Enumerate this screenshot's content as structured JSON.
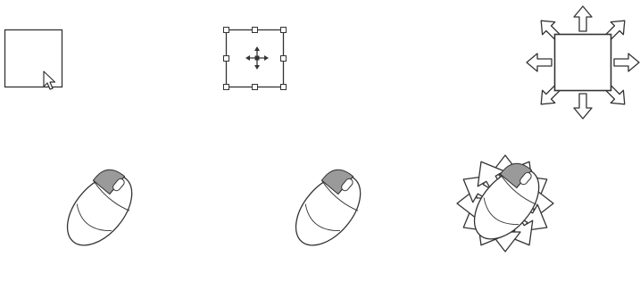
{
  "figure": {
    "panels": [
      {
        "id": "click",
        "shape": "square",
        "icon": "arrow-cursor-icon",
        "device": "mouse-icon",
        "pressed_button": "left"
      },
      {
        "id": "selected",
        "shape": "square-with-selection-handles",
        "icon": "move-cursor-icon",
        "device": "mouse-icon",
        "pressed_button": "left"
      },
      {
        "id": "drag",
        "shape": "square-with-drag-arrows",
        "icon": "arrow-icon",
        "device": "mouse-with-drag-arrows",
        "pressed_button": "left"
      }
    ],
    "colors": {
      "stroke": "#333333",
      "fill": "#ffffff",
      "pressed_button": "#9a9a9a"
    }
  }
}
